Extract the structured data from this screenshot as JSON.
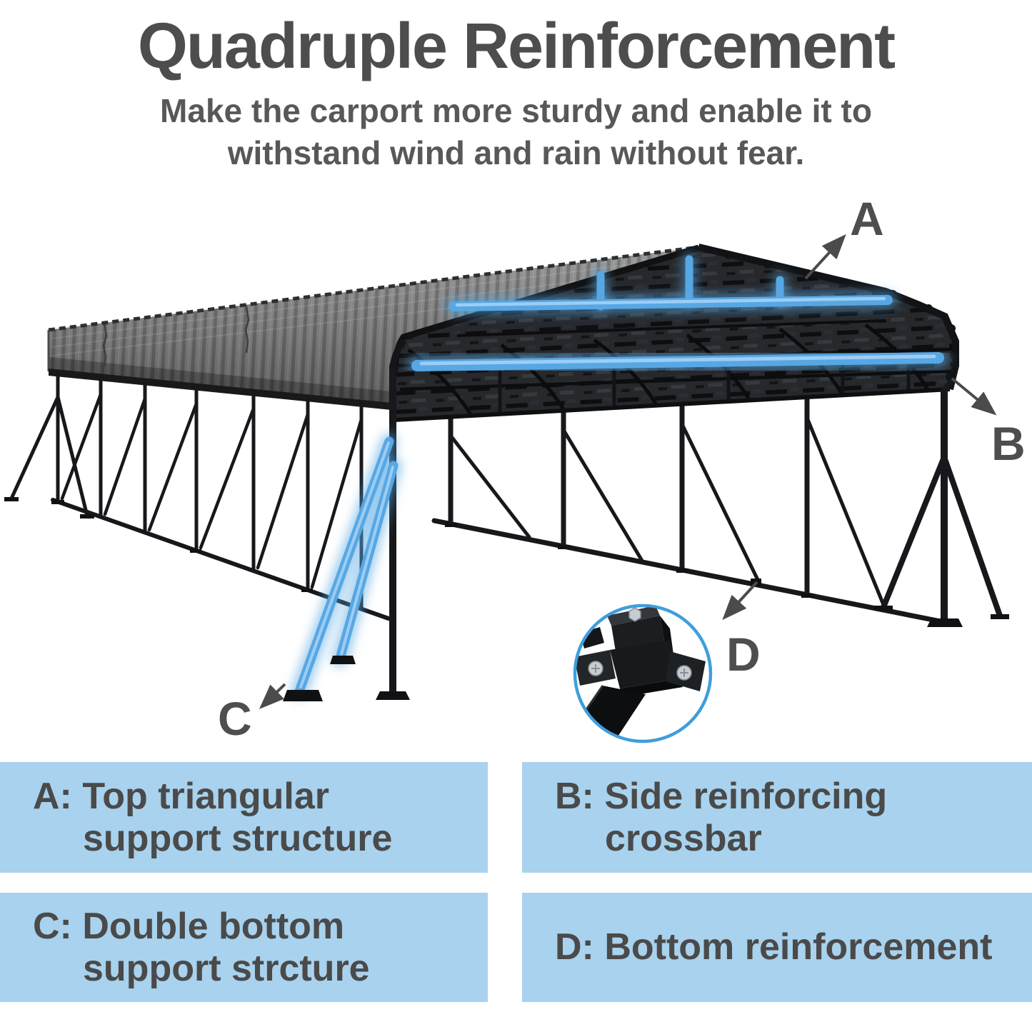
{
  "header": {
    "title": "Quadruple Reinforcement",
    "subtitle_line1": "Make the carport more sturdy and enable it to",
    "subtitle_line2": "withstand wind and rain without fear."
  },
  "callouts": {
    "a": "A",
    "b": "B",
    "c": "C",
    "d": "D"
  },
  "boxes": [
    {
      "line1": "A: Top triangular",
      "line2": "support structure"
    },
    {
      "line1": "B: Side reinforcing",
      "line2": "crossbar"
    },
    {
      "line1": "C: Double bottom",
      "line2": "support strcture"
    },
    {
      "line1": "D: Bottom reinforcement"
    }
  ],
  "colors": {
    "title_gray": "#4d4d4d",
    "subtitle_gray": "#585858",
    "label_gray": "#4e4e4e",
    "text_dark": "#4a4a4a",
    "box_bg": "#a8d2ee",
    "accent_blue": "#57a7e4",
    "ring_blue": "#3f9edc",
    "frame_black": "#17181b"
  }
}
